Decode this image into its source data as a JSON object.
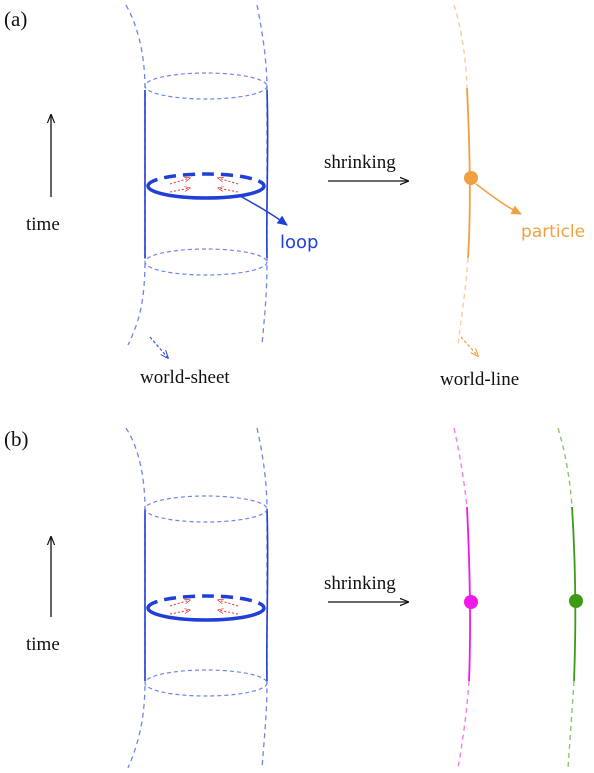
{
  "colors": {
    "sheet_blue": "#1f3fd6",
    "sheet_dashed": "#6f86e8",
    "loop_arrow_red": "#e0342c",
    "particle_orange": "#f0a040",
    "particle_orange_faint": "#f6cf9b",
    "particle_magenta": "#f01ae6",
    "particle_magenta_faint": "#f57cf0",
    "particle_green": "#3c9a16",
    "particle_green_faint": "#8cc46e",
    "text_black": "#111111"
  },
  "panel_a": {
    "label": "(a)",
    "time_label": "time",
    "shrinking_label": "shrinking",
    "loop_label": "loop",
    "particle_label": "particle",
    "world_sheet_label": "world-sheet",
    "world_line_label": "world-line"
  },
  "panel_b": {
    "label": "(b)",
    "time_label": "time",
    "shrinking_label": "shrinking"
  }
}
